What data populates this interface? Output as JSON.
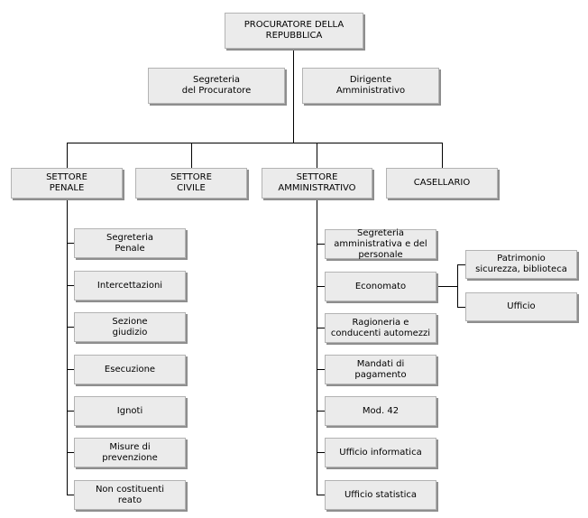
{
  "nodes": {
    "procuratore": "PROCURATORE DELLA\nREPUBBLICA",
    "segreteria_procuratore": "Segreteria\ndel Procuratore",
    "dirigente": "Dirigente\nAmministrativo",
    "settore_penale": "SETTORE\nPENALE",
    "settore_civile": "SETTORE\nCIVILE",
    "settore_amministrativo": "SETTORE\nAMMINISTRATIVO",
    "casellario": "CASELLARIO",
    "segreteria_penale": "Segreteria\nPenale",
    "intercettazioni": "Intercettazioni",
    "sezione_giudizio": "Sezione\ngiudizio",
    "esecuzione": "Esecuzione",
    "ignoti": "Ignoti",
    "misure_prevenzione": "Misure di\nprevenzione",
    "non_costituenti_reato": "Non costituenti\nreato",
    "segreteria_amministrativa": "Segreteria\namministrativa e del\npersonale",
    "economato": "Economato",
    "ragioneria": "Ragioneria e\nconducenti automezzi",
    "mandati_pagamento": "Mandati di\npagamento",
    "mod42": "Mod. 42",
    "ufficio_informatica": "Ufficio informatica",
    "ufficio_statistica": "Ufficio statistica",
    "patrimonio": "Patrimonio\nsicurezza, biblioteca",
    "ufficio": "Ufficio"
  }
}
